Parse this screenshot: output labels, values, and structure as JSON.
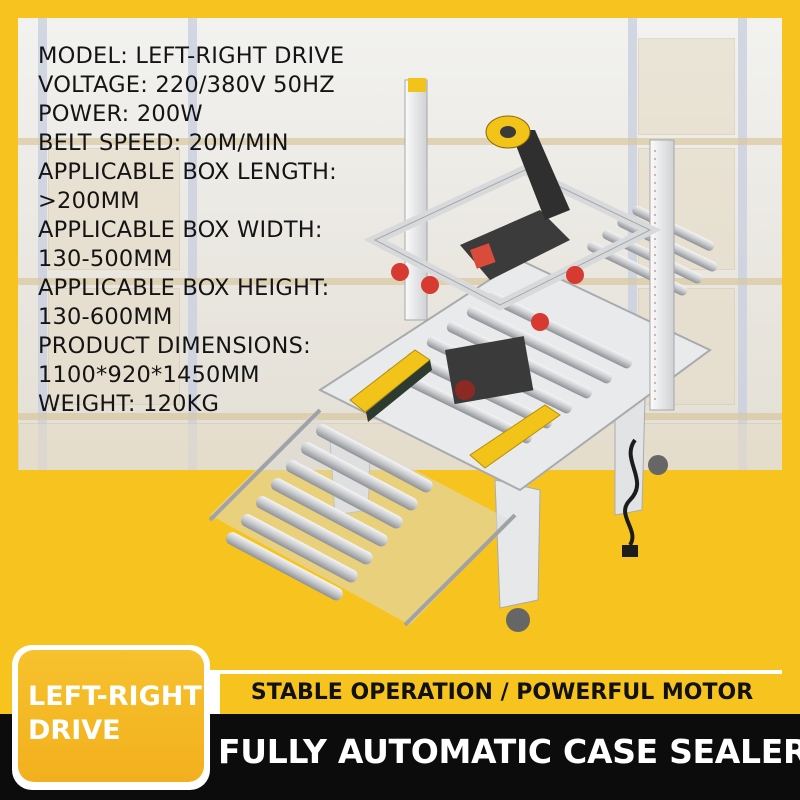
{
  "specs": [
    "MODEL: LEFT-RIGHT DRIVE",
    "VOLTAGE: 220/380V 50HZ",
    "POWER: 200W",
    "BELT SPEED: 20M/MIN",
    "APPLICABLE BOX LENGTH:",
    ">200MM",
    "APPLICABLE BOX WIDTH:",
    "130-500MM",
    "APPLICABLE BOX HEIGHT:",
    "130-600MM",
    "PRODUCT DIMENSIONS:",
    "1100*920*1450MM",
    "WEIGHT: 120KG"
  ],
  "badge": {
    "line1": "LEFT-RIGHT",
    "line2": "DRIVE"
  },
  "tagline": "STABLE OPERATION / POWERFUL MOTOR",
  "title": "FULLY AUTOMATIC CASE SEALER",
  "colors": {
    "accent": "#f7c41f",
    "dark": "#0c0c0c",
    "text": "#141414"
  }
}
